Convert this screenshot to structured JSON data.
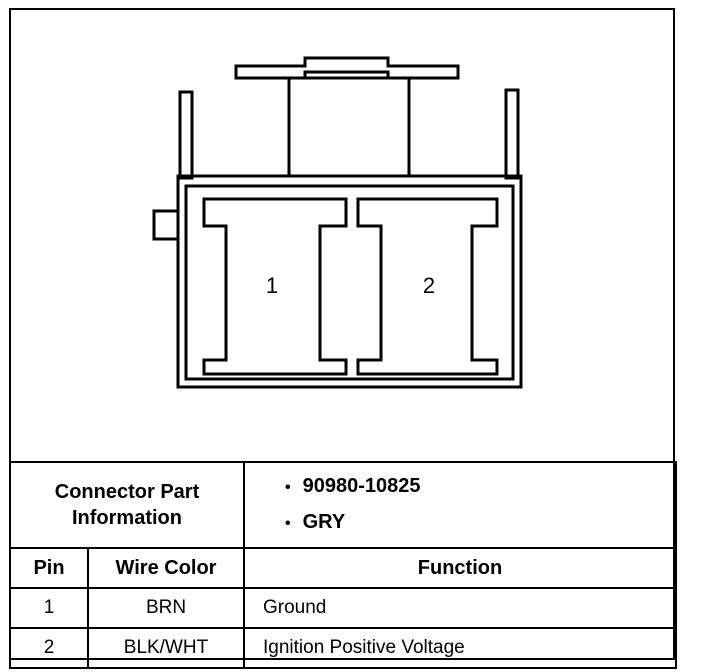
{
  "connector": {
    "cavities": [
      "1",
      "2"
    ]
  },
  "part_info": {
    "label": "Connector Part Information",
    "label_line1": "Connector Part",
    "label_line2": "Information",
    "values": [
      "90980-10825",
      "GRY"
    ]
  },
  "table": {
    "headers": {
      "pin": "Pin",
      "wire_color": "Wire Color",
      "function": "Function"
    },
    "rows": [
      {
        "pin": "1",
        "wire_color": "BRN",
        "function": "Ground"
      },
      {
        "pin": "2",
        "wire_color": "BLK/WHT",
        "function": "Ignition Positive Voltage"
      }
    ]
  }
}
